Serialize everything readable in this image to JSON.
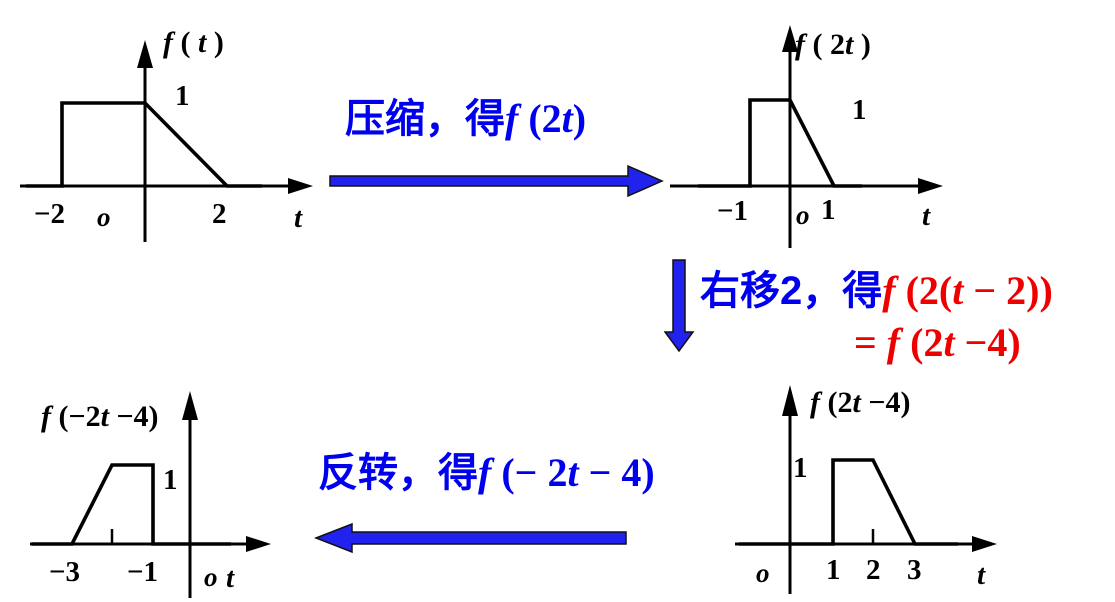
{
  "colors": {
    "curve_black": "#000000",
    "blue_text": "#0000EE",
    "red_text": "#EE0000",
    "arrow_fill": "#2222EE",
    "background": "#FFFFFF"
  },
  "plots": {
    "ft": {
      "title": "f ( t )",
      "peak_label": "1",
      "origin_label": "o",
      "axis_var": "t",
      "xticks": [
        "−2",
        "2"
      ]
    },
    "f2t": {
      "title": "f ( 2t )",
      "peak_label": "1",
      "origin_label": "o",
      "axis_var": "t",
      "xticks": [
        "−1",
        "1"
      ]
    },
    "f2tm4": {
      "title": "f (2t −4)",
      "peak_label": "1",
      "origin_label": "o",
      "axis_var": "t",
      "xticks": [
        "1",
        "2",
        "3"
      ]
    },
    "fm2tm4": {
      "title": "f (−2t −4)",
      "peak_label": "1",
      "origin_label": "o",
      "axis_var": "t",
      "xticks": [
        "−3",
        "−1"
      ]
    }
  },
  "steps": {
    "compress": {
      "label_zh": "压缩，得",
      "formula": "f (2t)",
      "direction": "right"
    },
    "shift_right": {
      "label_zh": "右移2，得",
      "formula": "f (2(t − 2))",
      "formula_line2": "= f (2t −4)",
      "direction": "down"
    },
    "reverse": {
      "label_zh": "反转，得",
      "formula": "f (− 2t − 4)",
      "direction": "left"
    }
  },
  "chart_data": [
    {
      "type": "line",
      "title": "f ( t )",
      "xlabel": "t",
      "points": [
        [
          -2,
          0
        ],
        [
          -2,
          1
        ],
        [
          0,
          1
        ],
        [
          2,
          0
        ]
      ],
      "xticks": [
        -2,
        0,
        2
      ],
      "peak_value": 1,
      "grid": false
    },
    {
      "type": "line",
      "title": "f ( 2t )",
      "xlabel": "t",
      "points": [
        [
          -1,
          0
        ],
        [
          -1,
          1
        ],
        [
          0,
          1
        ],
        [
          1,
          0
        ]
      ],
      "xticks": [
        -1,
        0,
        1
      ],
      "peak_value": 1,
      "grid": false
    },
    {
      "type": "line",
      "title": "f (2t −4)",
      "xlabel": "t",
      "points": [
        [
          1,
          0
        ],
        [
          1,
          1
        ],
        [
          2,
          1
        ],
        [
          3,
          0
        ]
      ],
      "xticks": [
        0,
        1,
        2,
        3
      ],
      "peak_value": 1,
      "grid": false
    },
    {
      "type": "line",
      "title": "f (−2t −4)",
      "xlabel": "t",
      "points": [
        [
          -3,
          0
        ],
        [
          -2,
          1
        ],
        [
          -1,
          1
        ],
        [
          -1,
          0
        ]
      ],
      "xticks": [
        -3,
        -1,
        0
      ],
      "peak_value": 1,
      "grid": false
    }
  ]
}
